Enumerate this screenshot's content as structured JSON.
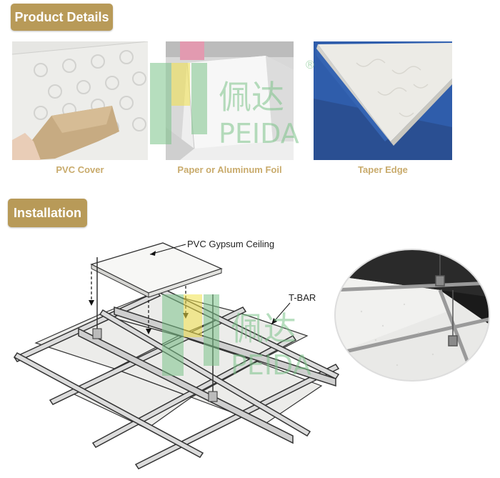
{
  "sections": {
    "product_details": "Product Details",
    "installation": "Installation"
  },
  "products": [
    {
      "caption": "PVC Cover"
    },
    {
      "caption": "Paper or Aluminum Foil"
    },
    {
      "caption": "Taper Edge"
    }
  ],
  "diagram": {
    "ceiling_label": "PVC Gypsum Ceiling",
    "tbar_label": "T-BAR"
  },
  "watermark": {
    "chinese": "佩达",
    "brand": "PEIDA",
    "registered": "®"
  },
  "colors": {
    "badge": "#b89a58",
    "caption": "#c9ab6c",
    "watermark_green": "#7cc48a",
    "watermark_yellow": "#f2e24a"
  }
}
